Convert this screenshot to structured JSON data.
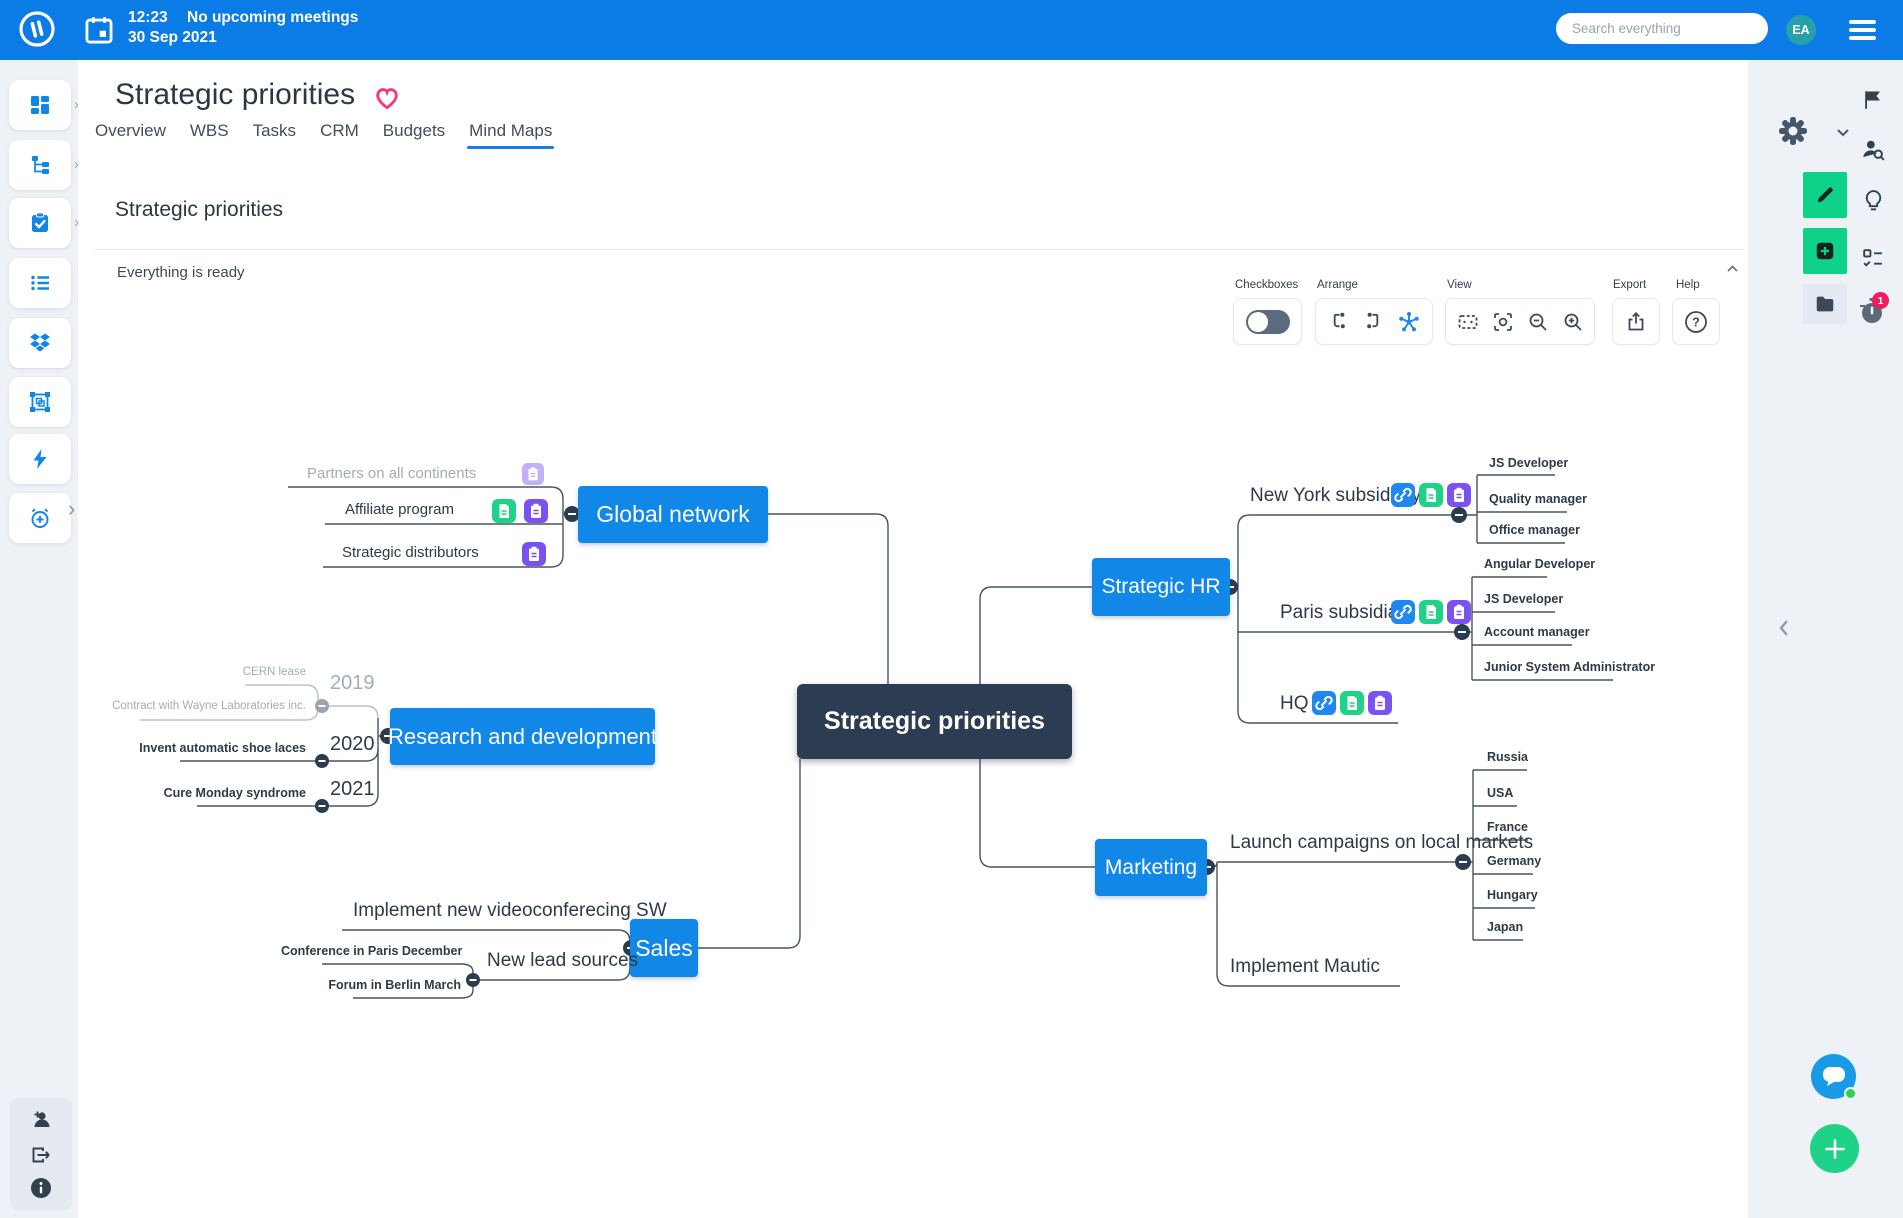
{
  "topbar": {
    "time": "12:23",
    "meeting_status": "No upcoming meetings",
    "date": "30 Sep 2021",
    "search_placeholder": "Search everything",
    "avatar_initials": "EA"
  },
  "header": {
    "title": "Strategic priorities",
    "tabs": [
      "Overview",
      "WBS",
      "Tasks",
      "CRM",
      "Budgets",
      "Mind Maps"
    ],
    "active_tab": "Mind Maps"
  },
  "board": {
    "heading": "Strategic priorities",
    "status": "Everything is ready"
  },
  "toolbar": {
    "checkboxes_label": "Checkboxes",
    "arrange_label": "Arrange",
    "view_label": "View",
    "export_label": "Export",
    "help_label": "Help",
    "help_glyph": "?"
  },
  "right_rail": {
    "notifications_count": "1"
  },
  "mindmap": {
    "root": "Strategic priorities",
    "global": {
      "title": "Global network",
      "partners": "Partners on all continents",
      "affiliate": "Affiliate program",
      "distributors": "Strategic distributors"
    },
    "rnd": {
      "title": "Research and development",
      "y2019": "2019",
      "cern": "CERN lease",
      "wayne": "Contract with Wayne Laboratories inc.",
      "y2020": "2020",
      "shoe": "Invent automatic shoe laces",
      "y2021": "2021",
      "monday": "Cure Monday syndrome"
    },
    "sales": {
      "title": "Sales",
      "video": "Implement new videoconferecing SW",
      "leads": "New lead sources",
      "conf": "Conference in Paris December",
      "berlin": "Forum in Berlin March"
    },
    "hr": {
      "title": "Strategic HR",
      "ny": "New York subsidiary",
      "ny_children": [
        "JS Developer",
        "Quality manager",
        "Office manager"
      ],
      "paris": "Paris subsidiary",
      "paris_children": [
        "Angular Developer",
        "JS Developer",
        "Account manager",
        "Junior System Administrator"
      ],
      "hq": "HQ"
    },
    "marketing": {
      "title": "Marketing",
      "campaigns": "Launch campaigns on local markets",
      "countries": [
        "Russia",
        "USA",
        "France",
        "Germany",
        "Hungary",
        "Japan"
      ],
      "mautic": "Implement Mautic"
    }
  },
  "colors": {
    "topbar_blue": "#0b7ce6",
    "node_blue": "#1187e8",
    "dark_node": "#2c3c52",
    "attachment_green": "#1fd287",
    "attachment_purple": "#7b51f0",
    "attachment_link_blue": "#1f87f0",
    "badge_red": "#f01e5e",
    "heart_pink": "#f23a78",
    "avatar_teal": "#26a0aa"
  },
  "icons": {
    "topbar": [
      "app-logo",
      "calendar-icon",
      "search-input",
      "avatar",
      "hamburger-icon"
    ],
    "sidebar": [
      "dashboard-icon",
      "wbs-tree-icon",
      "tasks-icon",
      "list-icon",
      "dropbox-icon",
      "frame-icon",
      "bolt-icon",
      "timer-add-icon"
    ],
    "right_rail": [
      "gear-icon",
      "flag-icon",
      "people-search-icon",
      "pencil-icon",
      "lightbulb-icon",
      "add-box-icon",
      "checklist-icon",
      "folder-icon",
      "stopwatch-icon"
    ],
    "bottom_left": [
      "add-person-icon",
      "logout-icon",
      "info-icon"
    ],
    "floating": [
      "chat-icon",
      "plus-icon"
    ]
  }
}
